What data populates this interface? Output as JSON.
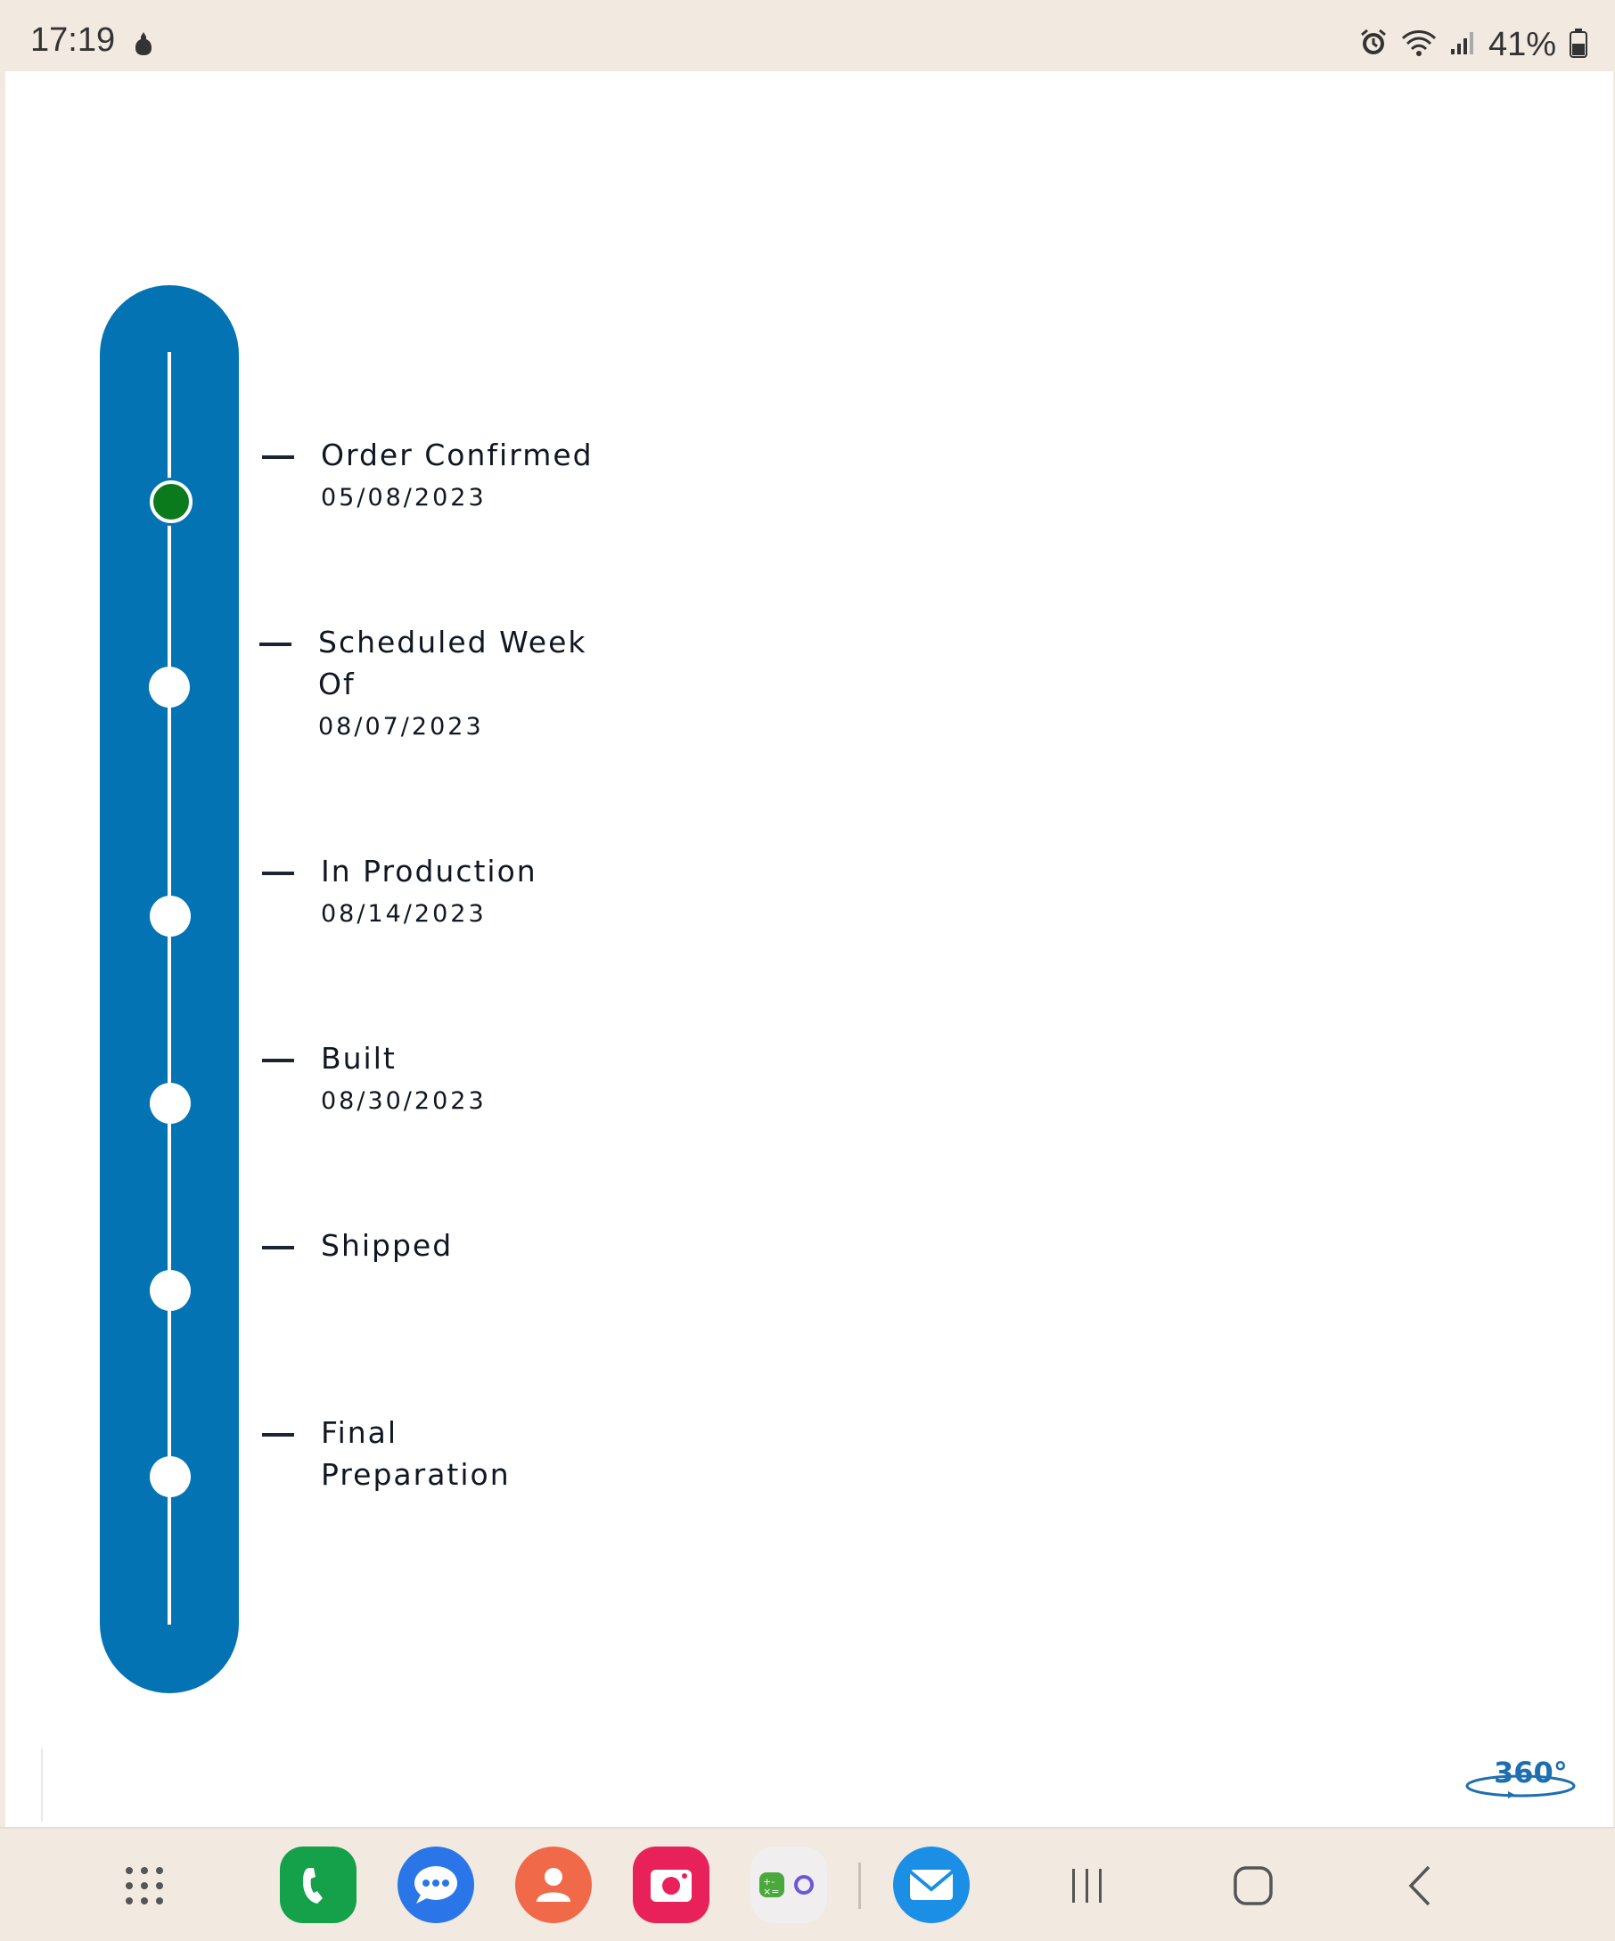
{
  "status": {
    "time": "17:19",
    "battery": "41%",
    "icons": [
      "notification-icon",
      "alarm-icon",
      "wifi-icon",
      "signal-icon",
      "battery-icon"
    ]
  },
  "timeline": {
    "steps": [
      {
        "title": "Order Confirmed",
        "date": "05/08/2023",
        "active": true
      },
      {
        "title": "Scheduled Week Of",
        "date": "08/07/2023",
        "active": false
      },
      {
        "title": "In Production",
        "date": "08/14/2023",
        "active": false
      },
      {
        "title": "Built",
        "date": "08/30/2023",
        "active": false
      },
      {
        "title": "Shipped",
        "date": "",
        "active": false
      },
      {
        "title": "Final Preparation",
        "date": "",
        "active": false
      }
    ]
  },
  "logo": {
    "text": "360°"
  },
  "dock": {
    "apps": [
      "apps-grid-icon",
      "phone-icon",
      "messages-icon",
      "contacts-icon",
      "camera-icon",
      "calculator-icon",
      "email-icon"
    ],
    "nav": [
      "recents-icon",
      "home-icon",
      "back-icon"
    ]
  },
  "colors": {
    "timeline_blue": "#0473b4",
    "active_green": "#0a7a1c",
    "phone_green": "#15a04a",
    "messages_blue": "#2a76e8",
    "contacts_orange": "#f06a4a",
    "camera_red": "#e8215a",
    "email_blue": "#1b8fe6"
  }
}
